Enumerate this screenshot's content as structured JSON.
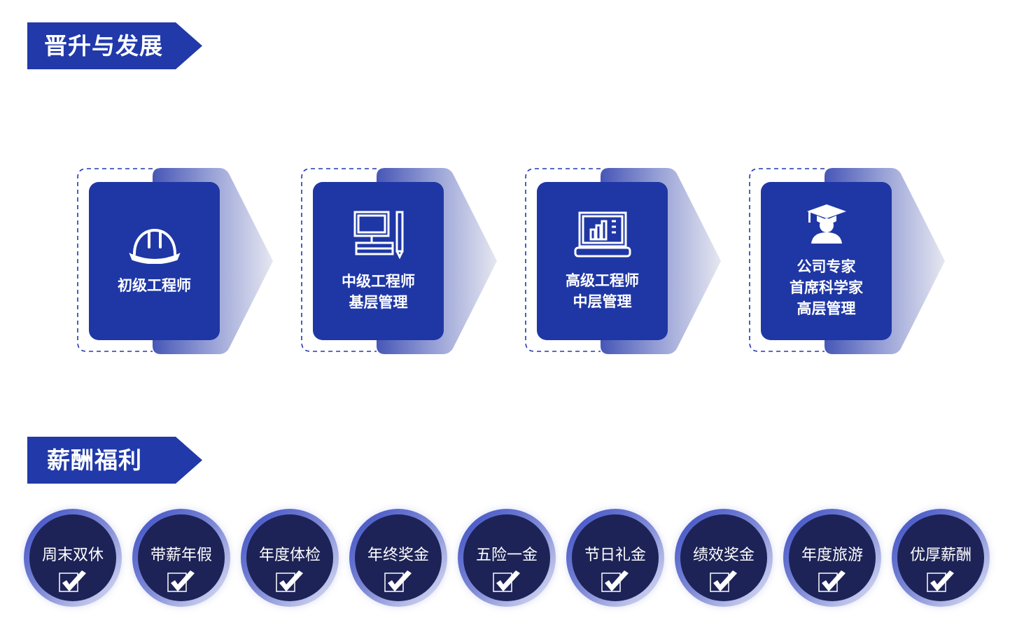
{
  "sections": {
    "career": {
      "title": "晋升与发展"
    },
    "benefits": {
      "title": "薪酬福利"
    }
  },
  "stages": [
    {
      "icon": "hard-hat-icon",
      "lines": [
        "初级工程师"
      ]
    },
    {
      "icon": "computer-desk-icon",
      "lines": [
        "中级工程师",
        "基层管理"
      ]
    },
    {
      "icon": "laptop-chart-icon",
      "lines": [
        "高级工程师",
        "中层管理"
      ]
    },
    {
      "icon": "graduate-icon",
      "lines": [
        "公司专家",
        "首席科学家",
        "高层管理"
      ]
    }
  ],
  "benefits": [
    "周末双休",
    "带薪年假",
    "年度体检",
    "年终奖金",
    "五险一金",
    "节日礼金",
    "绩效奖金",
    "年度旅游",
    "优厚薪酬"
  ],
  "colors": {
    "primary": "#1f37a5",
    "navy": "#1d2356",
    "banner": "#2139a9"
  }
}
